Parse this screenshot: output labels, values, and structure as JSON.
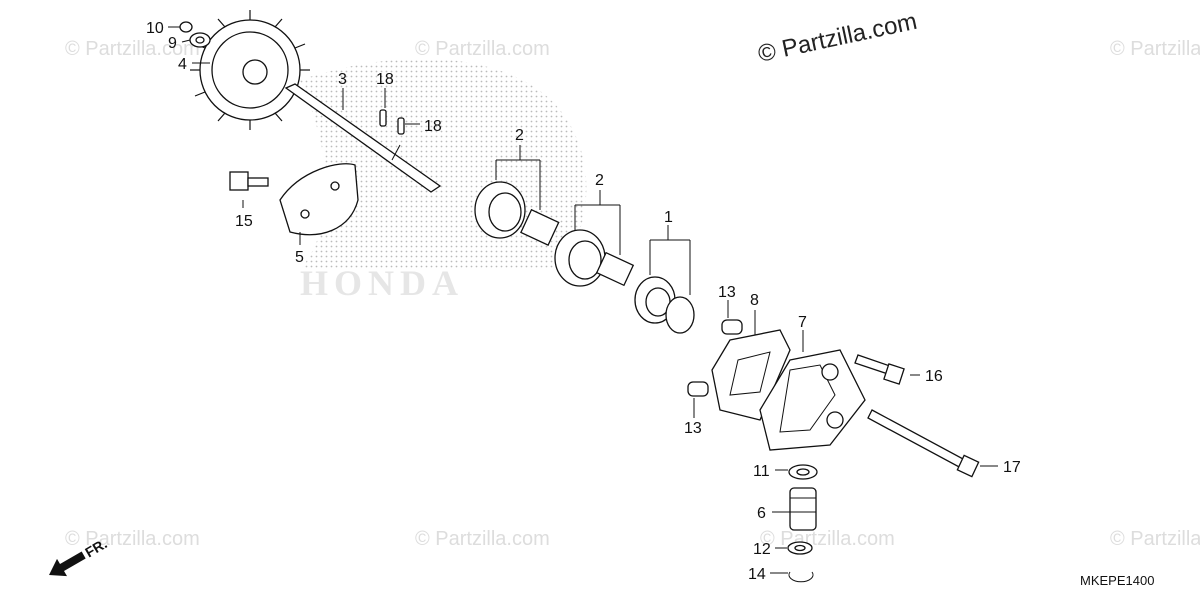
{
  "watermark_main": "© Partzilla.com",
  "watermark_faint": "© Partzilla.com",
  "diagram_code": "MKEPE1400",
  "direction_label": "FR.",
  "background_logo_text": "HONDA",
  "callouts": {
    "c1": "1",
    "c2a": "2",
    "c2b": "2",
    "c3": "3",
    "c4": "4",
    "c5": "5",
    "c6": "6",
    "c7": "7",
    "c8": "8",
    "c9": "9",
    "c10": "10",
    "c11": "11",
    "c12": "12",
    "c13a": "13",
    "c13b": "13",
    "c14": "14",
    "c15": "15",
    "c16": "16",
    "c17": "17",
    "c18a": "18",
    "c18b": "18"
  }
}
